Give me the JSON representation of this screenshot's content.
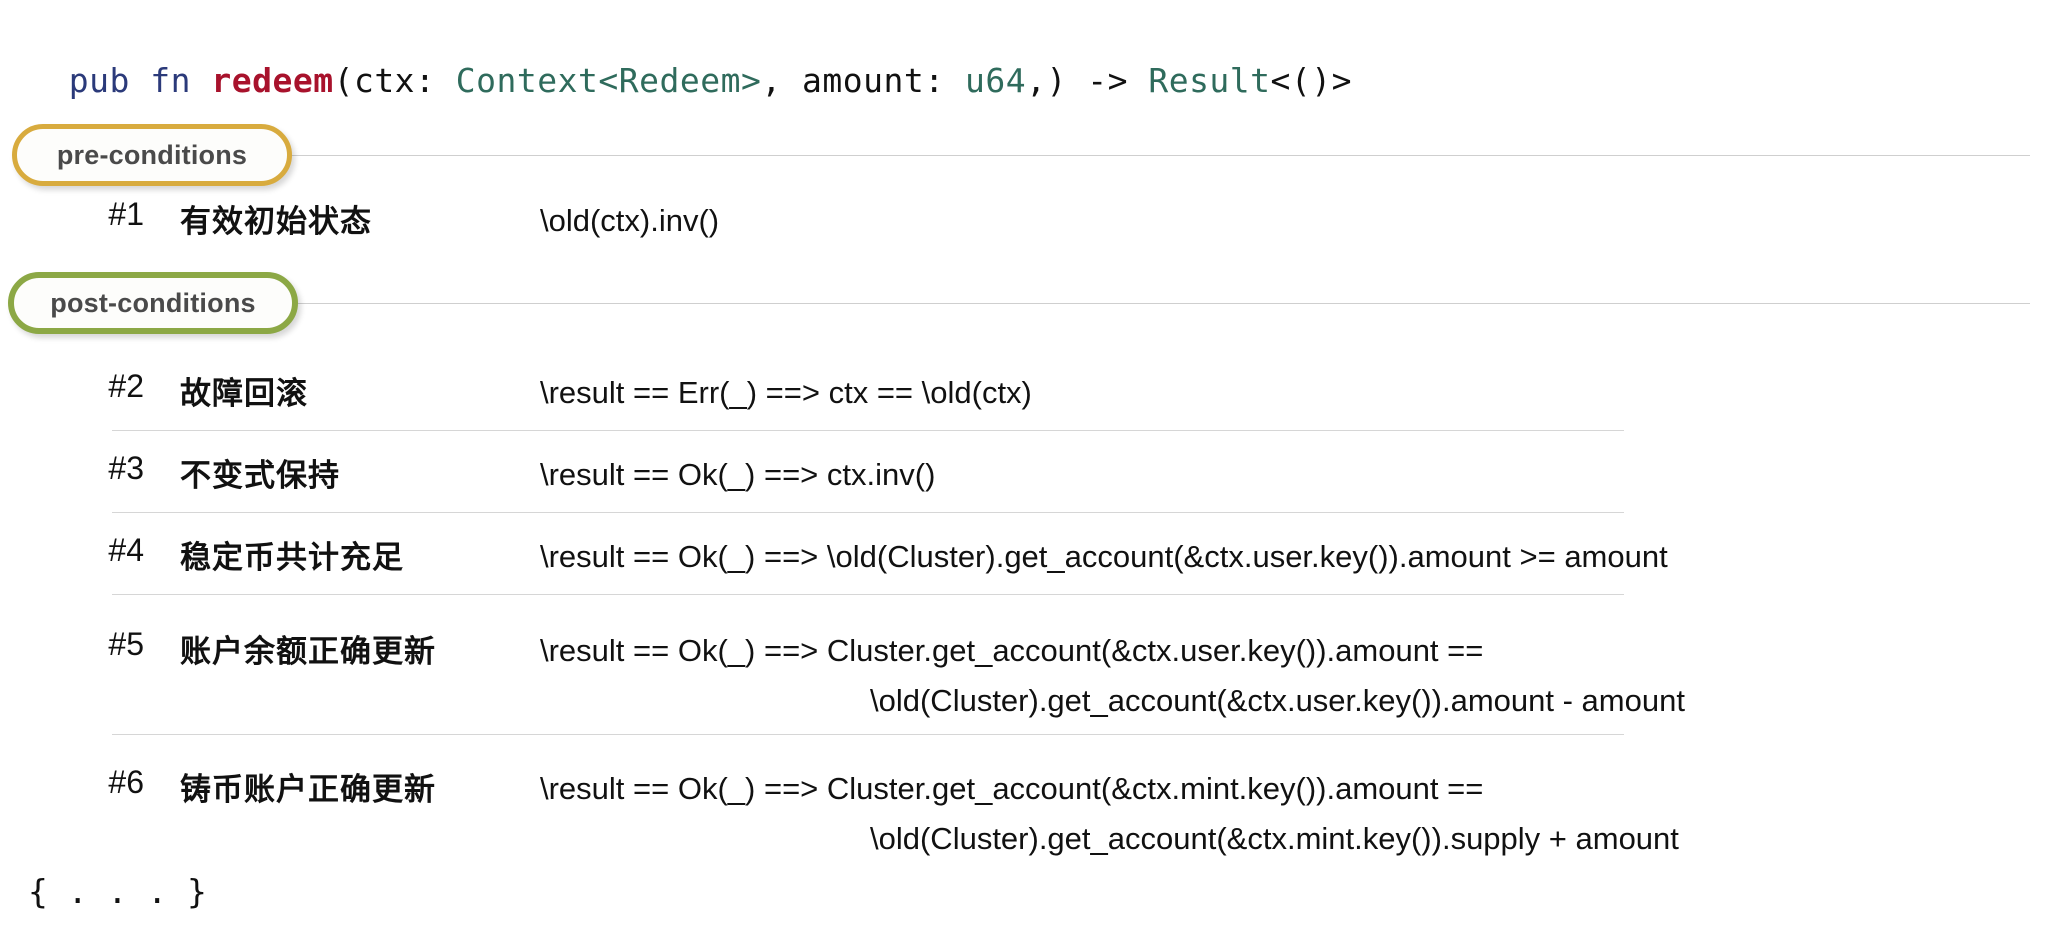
{
  "signature": {
    "tokens": [
      {
        "text": "pub",
        "kind": "kw"
      },
      {
        "text": " ",
        "kind": "plain"
      },
      {
        "text": "fn",
        "kind": "kw"
      },
      {
        "text": " ",
        "kind": "plain"
      },
      {
        "text": "redeem",
        "kind": "fnname"
      },
      {
        "text": "(ctx: ",
        "kind": "punc"
      },
      {
        "text": "Context<Redeem>",
        "kind": "type"
      },
      {
        "text": ", amount: ",
        "kind": "punc"
      },
      {
        "text": "u64",
        "kind": "type"
      },
      {
        "text": ",) -> ",
        "kind": "punc"
      },
      {
        "text": "Result",
        "kind": "type"
      },
      {
        "text": "<()>",
        "kind": "punc"
      }
    ],
    "full_text": "pub fn redeem(ctx: Context<Redeem>, amount: u64,) -> Result<()>"
  },
  "badges": {
    "pre": {
      "label": "pre-conditions",
      "border_color": "#d8ab3e"
    },
    "post": {
      "label": "post-conditions",
      "border_color": "#8ca845"
    }
  },
  "rows": [
    {
      "num": "#1",
      "desc": "有效初始状态",
      "formula": "\\old(ctx).inv()",
      "formula_cont": "",
      "section": "pre-conditions"
    },
    {
      "num": "#2",
      "desc": "故障回滚",
      "formula": "\\result == Err(_) ==> ctx == \\old(ctx)",
      "formula_cont": "",
      "section": "post-conditions"
    },
    {
      "num": "#3",
      "desc": "不变式保持",
      "formula": "\\result == Ok(_) ==> ctx.inv()",
      "formula_cont": "",
      "section": "post-conditions"
    },
    {
      "num": "#4",
      "desc": "稳定币共计充足",
      "formula": "\\result == Ok(_) ==> \\old(Cluster).get_account(&ctx.user.key()).amount >= amount",
      "formula_cont": "",
      "section": "post-conditions"
    },
    {
      "num": "#5",
      "desc": "账户余额正确更新",
      "formula": "\\result == Ok(_) ==> Cluster.get_account(&ctx.user.key()).amount ==",
      "formula_cont": "\\old(Cluster).get_account(&ctx.user.key()).amount - amount",
      "section": "post-conditions"
    },
    {
      "num": "#6",
      "desc": "铸币账户正确更新",
      "formula": "\\result == Ok(_) ==> Cluster.get_account(&ctx.mint.key()).amount ==",
      "formula_cont": "\\old(Cluster).get_account(&ctx.mint.key()).supply + amount",
      "section": "post-conditions"
    }
  ],
  "body_tail": "{ . . . }"
}
